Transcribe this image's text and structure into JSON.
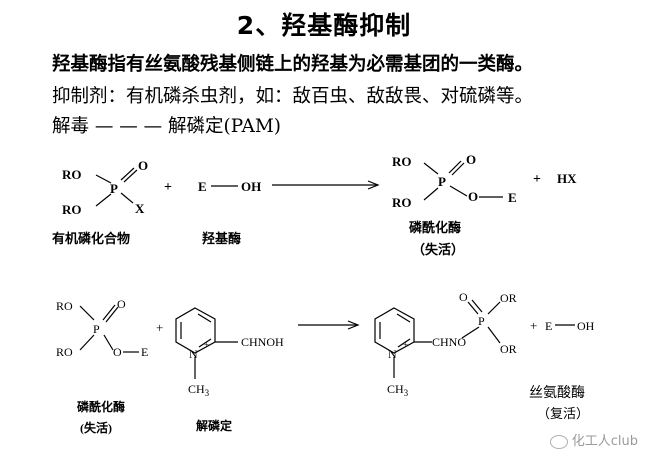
{
  "title": "2、羟基酶抑制",
  "lines": {
    "definition": "羟基酶指有丝氨酸残基侧链上的羟基为必需基团的一类酶。",
    "inhibitors": "抑制剂：有机磷杀虫剂，如：敌百虫、敌敌畏、对硫磷等。",
    "antidote": "解毒 — — — 解磷定(PAM)"
  },
  "reaction1": {
    "reactant1": {
      "ro_top": "RO",
      "ro_bottom": "RO",
      "p": "P",
      "o": "O",
      "x": "X"
    },
    "plus1": "+",
    "reactant2": {
      "e": "E",
      "oh": "OH"
    },
    "product1": {
      "ro_top": "RO",
      "ro_bottom": "RO",
      "p": "P",
      "o": "O",
      "o_link": "O",
      "e": "E"
    },
    "plus2": "+",
    "byproduct": "HX",
    "label_reactant1": "有机磷化合物",
    "label_reactant2": "羟基酶",
    "label_product1": "磷酰化酶",
    "label_product1_note": "（失活）"
  },
  "reaction2": {
    "reactant1": {
      "ro_top": "RO",
      "ro_bottom": "RO",
      "p": "P",
      "o": "O",
      "o_link": "O",
      "e": "E"
    },
    "plus1": "+",
    "pam": {
      "n": "N",
      "charge": "+",
      "side": "CHNOH",
      "methyl": "CH",
      "methyl_sub": "3"
    },
    "product": {
      "n": "N",
      "charge": "+",
      "side": "CHNO",
      "p": "P",
      "o": "O",
      "or_top": "OR",
      "or_bottom": "OR",
      "methyl": "CH",
      "methyl_sub": "3"
    },
    "plus2": "+",
    "byproduct": {
      "e": "E",
      "oh": "OH"
    },
    "label_reactant1": "磷酰化酶",
    "label_reactant1_note": "(失活)",
    "label_pam": "解磷定",
    "label_product": "丝氨酸酶",
    "label_product_note": "（复活）"
  },
  "watermark": "化工人club",
  "watermark_icon": "wechat-icon"
}
